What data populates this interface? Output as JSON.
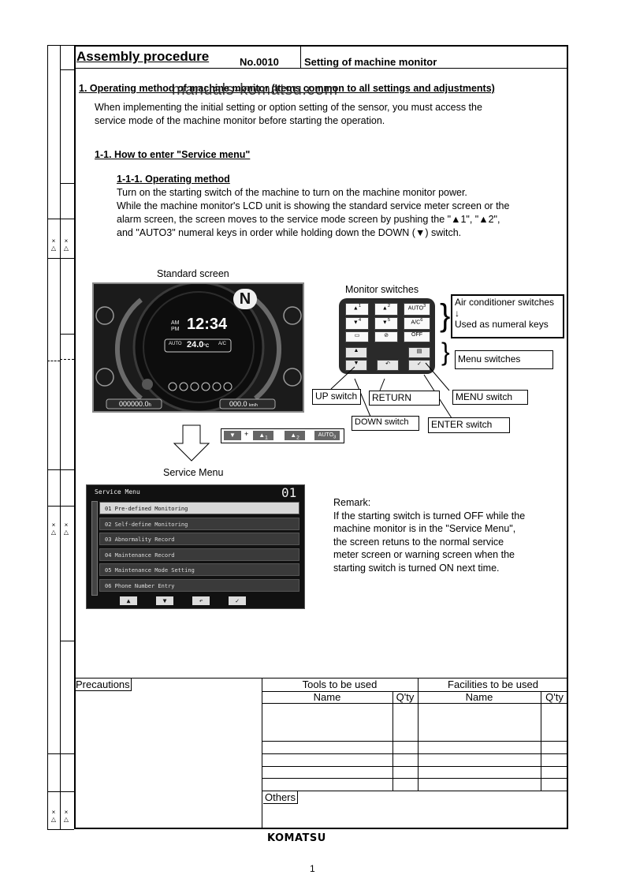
{
  "header": {
    "title": "Assembly procedure",
    "number": "No.0010",
    "subject": "Setting of machine monitor"
  },
  "watermark": "manuals-komatsu.com",
  "section1": {
    "heading": "1. Operating method of machine monitor (Items common to all settings and adjustments)",
    "body_line1": "When implementing the initial setting or option setting of the sensor, you must access the",
    "body_line2": "service mode of the machine monitor before starting the operation."
  },
  "section1_1": {
    "heading": "1-1. How to enter \"Service menu\""
  },
  "section1_1_1": {
    "heading": "1-1-1. Operating method",
    "line1": "Turn on the starting switch of the machine to turn on the machine monitor power.",
    "line2": "While the machine monitor's LCD unit is showing the standard service meter screen or the",
    "line3": "alarm screen, the screen moves to the service mode screen by pushing the \"▲1\", \"▲2\",",
    "line4": "and \"AUTO3\" numeral keys in order while holding down the DOWN (▼) switch."
  },
  "figure": {
    "standard_screen_label": "Standard screen",
    "monitor_switches_label": "Monitor switches",
    "service_menu_label": "Service Menu",
    "lcd": {
      "gear": "N",
      "time": "12:34",
      "am": "AM",
      "pm": "PM",
      "temp": "24.0",
      "temp_unit": "°C",
      "auto": "AUTO",
      "ac": "A/C",
      "meter": "000000.0",
      "meter_unit": "h",
      "speed": "000.0",
      "speed_unit": "km/h"
    },
    "keys": {
      "auto": "AUTO",
      "ac": "A/C",
      "off": "OFF",
      "n1": "1",
      "n2": "2",
      "n3": "3",
      "n4": "4",
      "n5": "5",
      "n6": "6"
    },
    "seq_auto": "AUTO",
    "seq_plus": "+",
    "seq_n1": "1",
    "seq_n2": "2",
    "seq_n3": "3",
    "callouts": {
      "aircon": "Air conditioner switches",
      "arrow": "↓",
      "numeral": "Used as numeral keys",
      "menu": "Menu switches",
      "up": "UP switch",
      "return": "RETURN",
      "menu_switch": "MENU switch",
      "down": "DOWN switch",
      "enter": "ENTER switch"
    },
    "service_menu": {
      "title": "Service Menu",
      "page": "01",
      "items": [
        "01  Pre-defined Monitoring",
        "02  Self-define Monitoring",
        "03  Abnormality Record",
        "04  Maintenance Record",
        "05  Maintenance Mode Setting",
        "06  Phone Number Entry"
      ]
    }
  },
  "remark": {
    "title": "Remark:",
    "line1": "If the starting switch is turned OFF while the",
    "line2": "machine monitor is in the \"Service Menu\",",
    "line3": "the screen retuns to the normal service",
    "line4": "meter screen or warning screen when the",
    "line5": "starting switch is turned ON next time."
  },
  "footer_table": {
    "precautions": "Precautions",
    "tools": "Tools to be used",
    "facilities": "Facilities to be used",
    "name": "Name",
    "qty": "Q'ty",
    "others": "Others"
  },
  "logo": "KOMATSU",
  "page_number": "1"
}
